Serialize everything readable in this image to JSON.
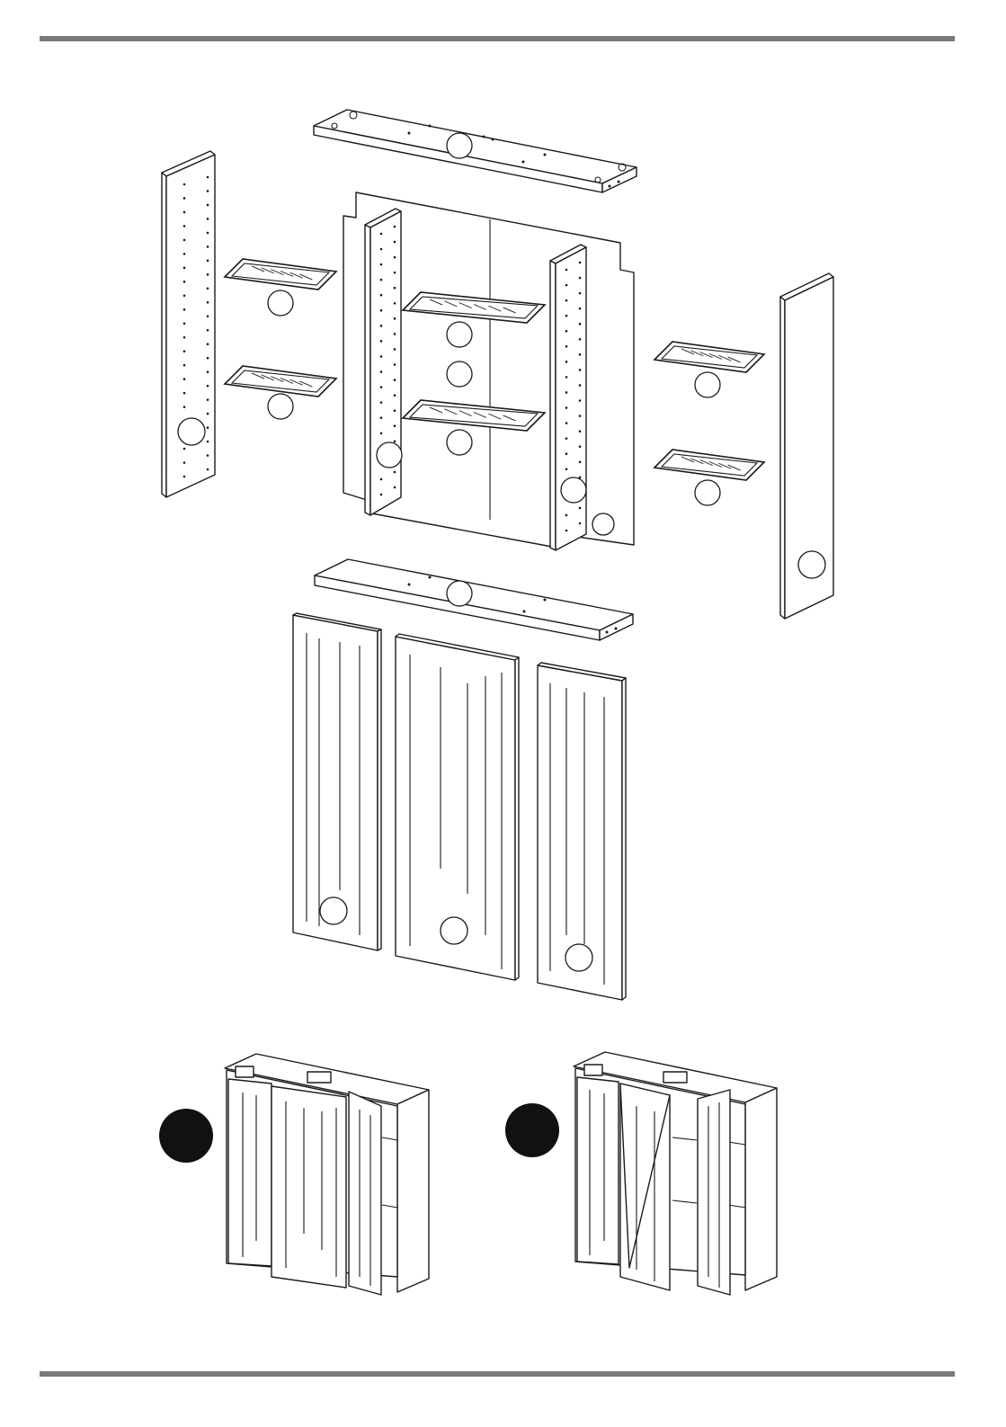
{
  "colors": {
    "rule": "#7a7a7a",
    "line": "#1a1a1a",
    "badge": "#111111",
    "background": "#ffffff"
  },
  "figure": {
    "exploded_view": {
      "parts": [
        "top-panel",
        "left-side-panel",
        "back-panel",
        "inner-divider-left",
        "inner-divider-right",
        "right-side-panel",
        "bottom-panel",
        "glass-shelf",
        "door-left",
        "door-center",
        "door-right"
      ],
      "glass_shelves": 6,
      "doors": 3
    },
    "assembled_views": [
      {
        "badge": "filled-circle",
        "state": "doors-folding"
      },
      {
        "badge": "filled-circle",
        "state": "doors-open"
      }
    ]
  }
}
